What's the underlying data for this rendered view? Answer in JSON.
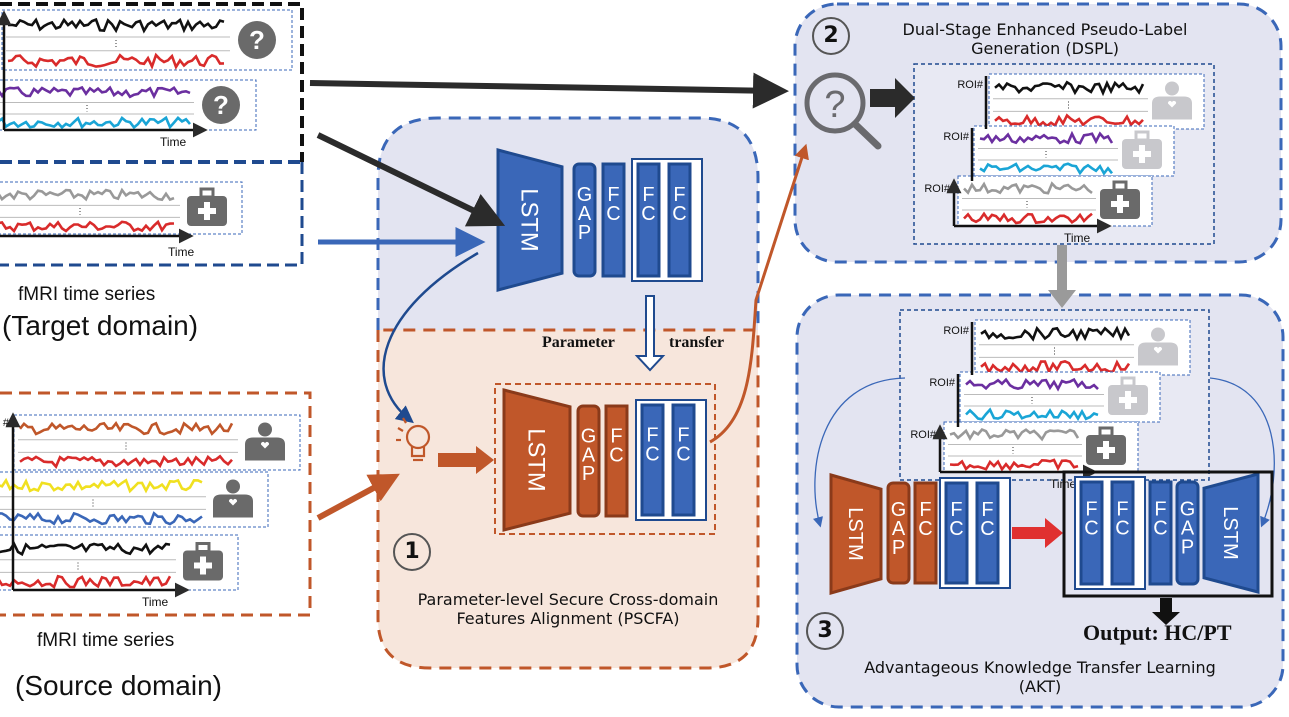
{
  "target_domain": {
    "caption_line1": "fMRI time series",
    "caption_line2": "(Target domain)",
    "time_label": "Time",
    "unknown_icon": "question-mark-icon",
    "hc_icon": "medical-kit-icon"
  },
  "source_domain": {
    "caption_line1": "fMRI time series",
    "caption_line2": "(Source domain)",
    "time_label": "Time",
    "roi_label": "#",
    "patient_icon": "person-heart-icon",
    "hc_icon": "medical-kit-icon"
  },
  "pscfa": {
    "number": "1",
    "title_line1": "Parameter-level Secure Cross-domain",
    "title_line2": "Features Alignment (PSCFA)",
    "param_left": "Parameter",
    "param_right": "transfer",
    "idea_icon": "lightbulb-icon"
  },
  "network": {
    "lstm": "LSTM",
    "gap": [
      "G",
      "A",
      "P"
    ],
    "fc": [
      "F",
      "C"
    ]
  },
  "dspl": {
    "number": "2",
    "title_line1": "Dual-Stage Enhanced Pseudo-Label",
    "title_line2": "Generation (DSPL)",
    "roi_label": "ROI#",
    "time_label": "Time",
    "search_icon": "magnifier-question-icon"
  },
  "akt": {
    "number": "3",
    "title_line1": "Advantageous Knowledge Transfer Learning",
    "title_line2": "(AKT)",
    "output": "Output: HC/PT",
    "roi_label": "ROI#",
    "time_label": "Time"
  },
  "colors": {
    "blue": "#2f5fad",
    "blue_dark": "#1f4a8f",
    "orange": "#c0572a",
    "orange_dark": "#8a3a1a",
    "panel_blue": "#e3e4f1",
    "panel_orange": "#f7e6dc",
    "gray_icon": "#6a6a6a"
  }
}
